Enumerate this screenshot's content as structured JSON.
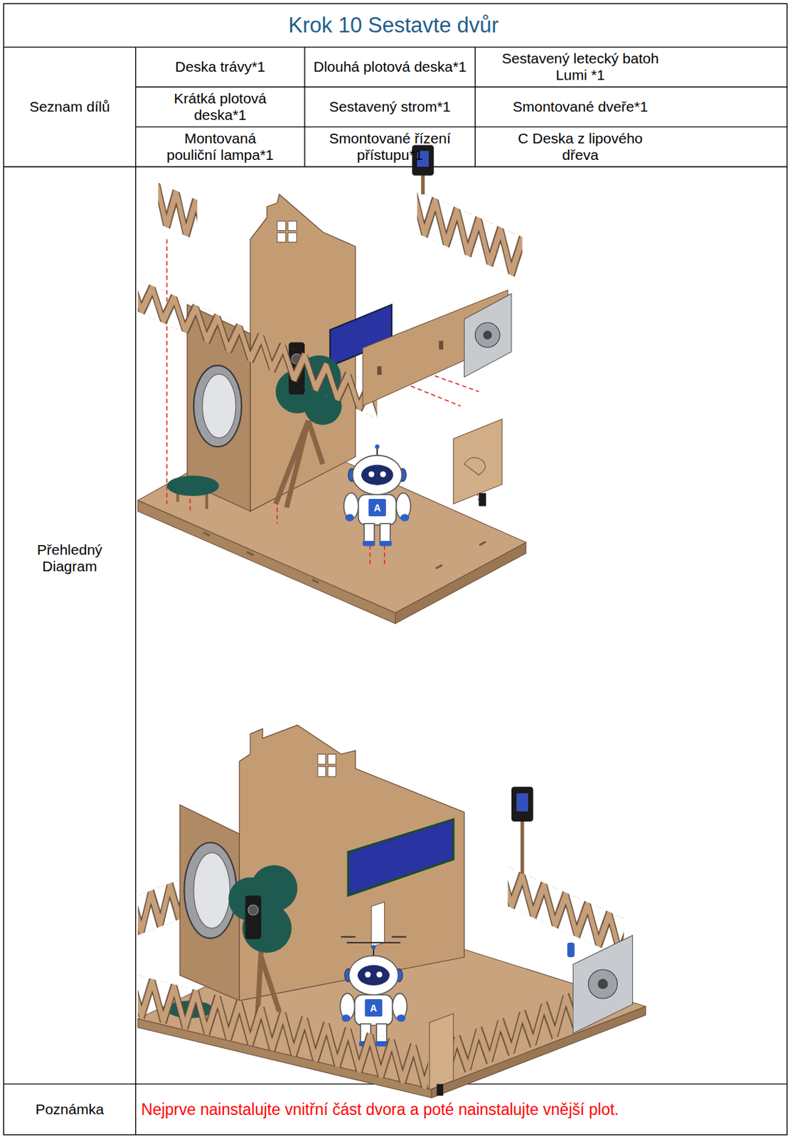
{
  "diagram": {
    "title": "Krok 10 Sestavte dvůr",
    "labels": [
      "Seznam dílů",
      "Deska trávy*1",
      "Dlouhá plotová deska*1",
      "Sestavený letecký batoh Lumi *1",
      "Krátká plotová deska*1",
      "Sestavený strom*1",
      "Smontované dveře*1",
      "Montovaná pouliční lampa*1",
      "Smontované řízení přístupu*1",
      "C Deska z lipového dřeva",
      "Přehledný Diagram",
      "Poznámka",
      "Nejprve nainstalujte vnitřní část dvora a poté nainstalujte vnější plot.",
      "A",
      "A"
    ]
  }
}
